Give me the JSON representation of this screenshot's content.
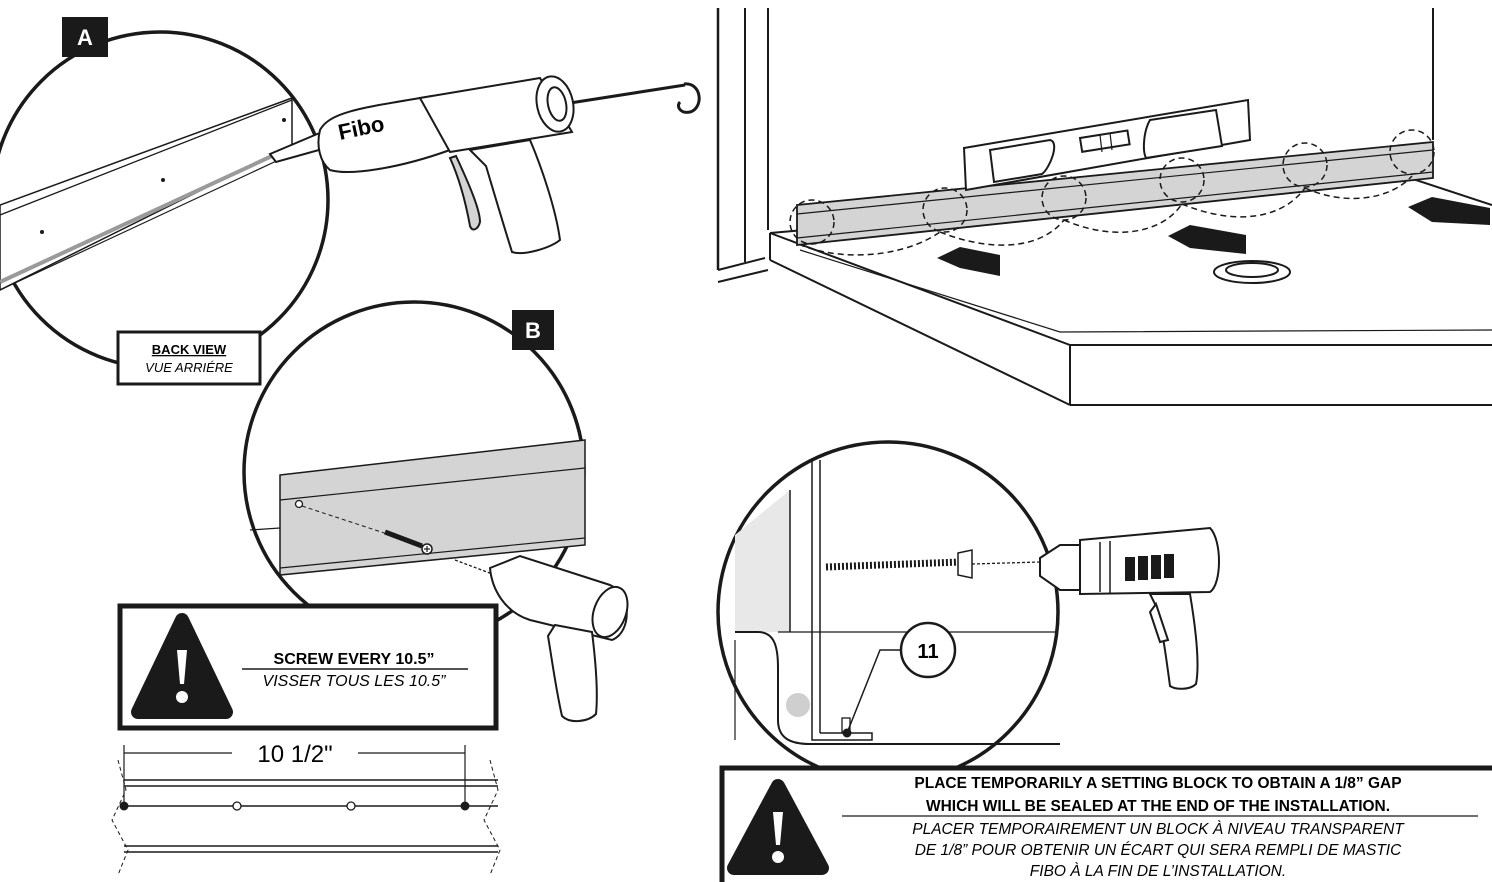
{
  "labels": {
    "detail_a": "A",
    "detail_b": "B",
    "brand": "Fibo",
    "back_view_en": "BACK VIEW",
    "back_view_fr": "VUE ARRIÉRE",
    "screw_en": "SCREW EVERY 10.5”",
    "screw_fr": "VISSER TOUS LES 10.5”",
    "dimension": "10 1/2\"",
    "part_callout": "11",
    "setting_block_en_1": "PLACE TEMPORARILY A SETTING BLOCK TO OBTAIN A 1/8” GAP",
    "setting_block_en_2": "WHICH WILL BE SEALED AT THE END OF THE INSTALLATION.",
    "setting_block_fr_1": "PLACER TEMPORAIREMENT UN BLOCK À NIVEAU TRANSPARENT",
    "setting_block_fr_2": "DE 1/8” POUR OBTENIR UN ÉCART QUI SERA REMPLI DE MASTIC",
    "setting_block_fr_3": "FIBO À LA FIN DE L’INSTALLATION."
  },
  "colors": {
    "ink": "#1a1a1a",
    "rail_fill": "#d4d4d4",
    "grey_light": "#e8e8e8",
    "bead": "#9a9a9a",
    "white": "#ffffff"
  },
  "icons": [
    "warning-triangle-icon",
    "caulking-gun",
    "drill",
    "spirit-level",
    "arrow-icon",
    "screw"
  ]
}
